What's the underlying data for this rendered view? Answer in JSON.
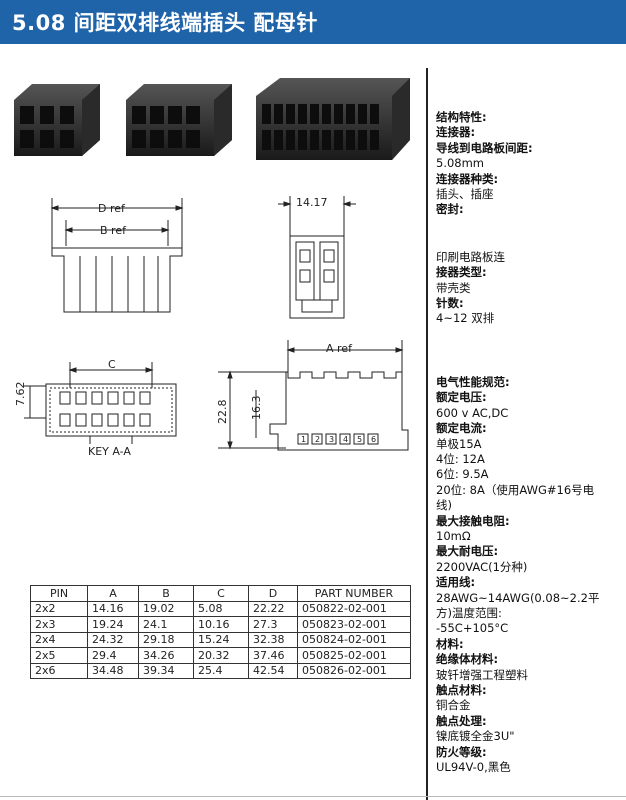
{
  "header": {
    "title": "5.08 间距双排线端插头  配母针"
  },
  "specs": [
    {
      "text": "结构特性:",
      "bold": true
    },
    {
      "text": "连接器:",
      "bold": true
    },
    {
      "text": "导线到电路板间距:",
      "bold": true
    },
    {
      "text": "5.08mm",
      "bold": false
    },
    {
      "text": "连接器种类:",
      "bold": true
    },
    {
      "text": "插头、插座",
      "bold": false
    },
    {
      "text": "密封:",
      "bold": true
    },
    {
      "text": "",
      "gap": true
    },
    {
      "text": "",
      "gap": true
    },
    {
      "text": "印刷电路板连",
      "bold": false
    },
    {
      "text": "接器类型:",
      "bold": true
    },
    {
      "text": "带壳类",
      "bold": false
    },
    {
      "text": "针数:",
      "bold": true
    },
    {
      "text": "4~12 双排",
      "bold": false
    },
    {
      "text": "",
      "gap": true
    },
    {
      "text": "",
      "gap": true
    },
    {
      "text": "",
      "gap": true
    },
    {
      "text": "电气性能规范:",
      "bold": true
    },
    {
      "text": "额定电压:",
      "bold": true
    },
    {
      "text": "600 v AC,DC",
      "bold": false
    },
    {
      "text": "额定电流:",
      "bold": true
    },
    {
      "text": "单极15A",
      "bold": false
    },
    {
      "text": "4位:  12A",
      "bold": false
    },
    {
      "text": "6位:  9.5A",
      "bold": false
    },
    {
      "text": "20位:  8A（使用AWG#16号电",
      "bold": false
    },
    {
      "text": "线)",
      "bold": false
    },
    {
      "text": "最大接触电阻:",
      "bold": true
    },
    {
      "text": "10mΩ",
      "bold": false
    },
    {
      "text": "最大耐电压:",
      "bold": true
    },
    {
      "text": "2200VAC(1分种)",
      "bold": false
    },
    {
      "text": "适用线:",
      "bold": true
    },
    {
      "text": "28AWG~14AWG(0.08~2.2平",
      "bold": false
    },
    {
      "text": "方)温度范围:",
      "bold": false
    },
    {
      "text": "-55C+105°C",
      "bold": false
    },
    {
      "text": "材料:",
      "bold": true
    },
    {
      "text": "绝缘体材料:",
      "bold": true
    },
    {
      "text": "玻钎增强工程塑料",
      "bold": false
    },
    {
      "text": "触点材料:",
      "bold": true
    },
    {
      "text": "铜合金",
      "bold": false
    },
    {
      "text": "触点处理:",
      "bold": true
    },
    {
      "text": "镍底镀全金3U\"",
      "bold": false
    },
    {
      "text": "防火等级:",
      "bold": true
    },
    {
      "text": "UL94V-0,黑色",
      "bold": false
    }
  ],
  "drawing_labels": {
    "d_ref": "D  ref",
    "b_ref": "B  ref",
    "width": "14.17",
    "c": "C",
    "pitch": "7.62",
    "key": "KEY  A-A",
    "a_ref": "A  ref",
    "height": "22.8",
    "inner_height": "16.3",
    "pin_numbers": [
      "1",
      "2",
      "3",
      "4",
      "5",
      "6"
    ]
  },
  "table": {
    "headers": [
      "PIN",
      "A",
      "B",
      "C",
      "D",
      "PART  NUMBER"
    ],
    "rows": [
      [
        "2x2",
        "14.16",
        "19.02",
        "5.08",
        "22.22",
        "050822-02-001"
      ],
      [
        "2x3",
        "19.24",
        "24.1",
        "10.16",
        "27.3",
        "050823-02-001"
      ],
      [
        "2x4",
        "24.32",
        "29.18",
        "15.24",
        "32.38",
        "050824-02-001"
      ],
      [
        "2x5",
        "29.4",
        "34.26",
        "20.32",
        "37.46",
        "050825-02-001"
      ],
      [
        "2x6",
        "34.48",
        "39.34",
        "25.4",
        "42.54",
        "050826-02-001"
      ]
    ]
  }
}
